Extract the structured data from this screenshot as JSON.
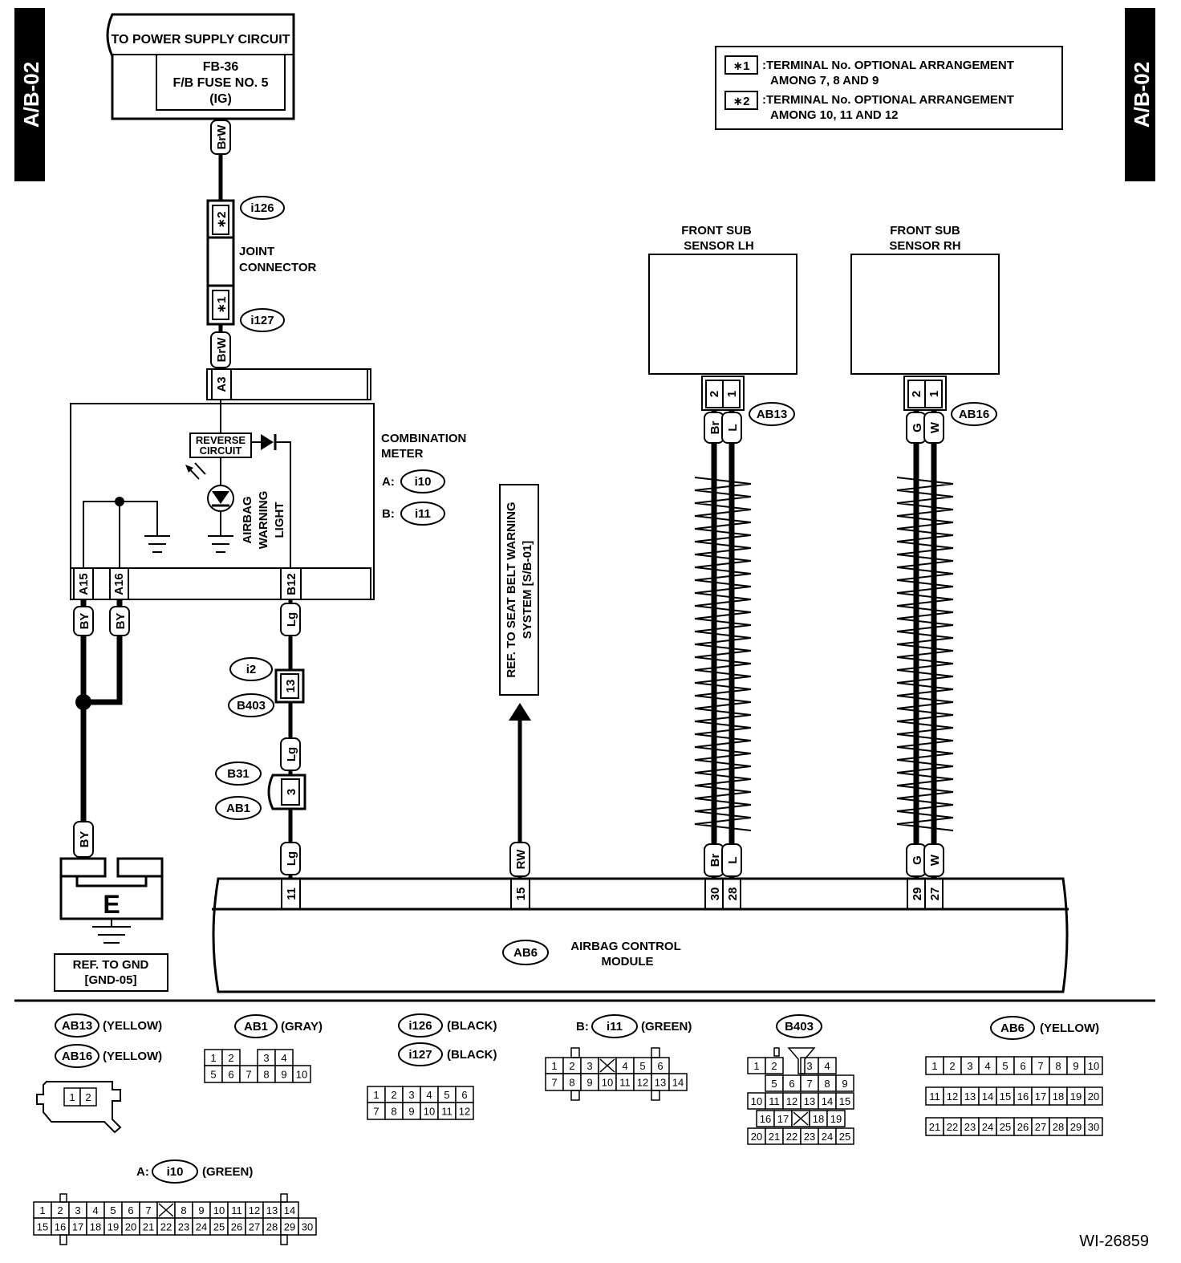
{
  "page": {
    "tag": "A/B-02",
    "figure_id": "WI-26859"
  },
  "power": {
    "title": "TO POWER SUPPLY CIRCUIT",
    "fuse_line1": "FB-36",
    "fuse_line2": "F/B FUSE NO. 5",
    "fuse_line3": "(IG)"
  },
  "notes": {
    "note1_mark": "∗1",
    "note1_line1": ":TERMINAL No. OPTIONAL ARRANGEMENT",
    "note1_line2": "AMONG 7, 8 AND 9",
    "note2_mark": "∗2",
    "note2_line1": ":TERMINAL No. OPTIONAL ARRANGEMENT",
    "note2_line2": "AMONG 10, 11 AND 12"
  },
  "joint": {
    "label_line1": "JOINT",
    "label_line2": "CONNECTOR",
    "top_pin": "∗2",
    "bottom_pin": "∗1",
    "top_connector": "i126",
    "bottom_connector": "i127"
  },
  "meter": {
    "title_line1": "COMBINATION",
    "title_line2": "METER",
    "conn_a_prefix": "A:",
    "conn_a": "i10",
    "conn_b_prefix": "B:",
    "conn_b": "i11",
    "reverse_line1": "REVERSE",
    "reverse_line2": "CIRCUIT",
    "light_line1": "AIRBAG",
    "light_line2": "WARNING",
    "light_line3": "LIGHT",
    "pin_a3": "A3",
    "pin_a15": "A15",
    "pin_a16": "A16",
    "pin_b12": "B12"
  },
  "wires": {
    "brw": "BrW",
    "by": "BY",
    "lg": "Lg",
    "rw": "RW",
    "br": "Br",
    "l": "L",
    "g": "G",
    "w": "W"
  },
  "inline": {
    "i2": "i2",
    "b403": "B403",
    "pin13": "13",
    "b31": "B31",
    "ab1": "AB1",
    "pin3": "3"
  },
  "ground": {
    "letter": "E",
    "ref_line1": "REF. TO GND",
    "ref_line2": "[GND-05]"
  },
  "seatbelt": {
    "line1": "REF. TO SEAT BELT WARNING",
    "line2": "SYSTEM [S/B-01]"
  },
  "sensors": {
    "lh_line1": "FRONT SUB",
    "lh_line2": "SENSOR LH",
    "lh_connector": "AB13",
    "rh_line1": "FRONT SUB",
    "rh_line2": "SENSOR RH",
    "rh_connector": "AB16",
    "pin_1": "1",
    "pin_2": "2"
  },
  "module": {
    "connector": "AB6",
    "line1": "AIRBAG CONTROL",
    "line2": "MODULE",
    "pin_11": "11",
    "pin_15": "15",
    "pin_30": "30",
    "pin_28": "28",
    "pin_29": "29",
    "pin_27": "27"
  },
  "legend": {
    "ab13": "AB13",
    "ab13_color": "(YELLOW)",
    "ab16": "AB16",
    "ab16_color": "(YELLOW)",
    "ab1": "AB1",
    "ab1_color": "(GRAY)",
    "i126": "i126",
    "i126_color": "(BLACK)",
    "i127": "i127",
    "i127_color": "(BLACK)",
    "i11_prefix": "B:",
    "i11": "i11",
    "i11_color": "(GREEN)",
    "b403": "B403",
    "ab6": "AB6",
    "ab6_color": "(YELLOW)",
    "i10_prefix": "A:",
    "i10": "i10",
    "i10_color": "(GREEN)"
  },
  "legend_grids": {
    "ab13_cells": [
      "1",
      "2"
    ],
    "ab1_row1": [
      "1",
      "2",
      "",
      "3",
      "4"
    ],
    "ab1_row2": [
      "5",
      "6",
      "7",
      "8",
      "9",
      "10"
    ],
    "i126_row1": [
      "1",
      "2",
      "3",
      "4",
      "5",
      "6"
    ],
    "i126_row2": [
      "7",
      "8",
      "9",
      "10",
      "11",
      "12"
    ],
    "i11_row1": [
      "1",
      "2",
      "3",
      "X",
      "4",
      "5",
      "6"
    ],
    "i11_row2": [
      "7",
      "8",
      "9",
      "10",
      "11",
      "12",
      "13",
      "14"
    ],
    "b403_row1": [
      "1",
      "2",
      "",
      "3",
      "4"
    ],
    "b403_row2": [
      "5",
      "6",
      "7",
      "8",
      "9"
    ],
    "b403_row3": [
      "10",
      "11",
      "12",
      "13",
      "14",
      "15"
    ],
    "b403_row4": [
      "16",
      "17",
      "X",
      "18",
      "19"
    ],
    "b403_row5": [
      "20",
      "21",
      "22",
      "23",
      "24",
      "25"
    ],
    "ab6_row1": [
      "1",
      "2",
      "3",
      "4",
      "5",
      "6",
      "7",
      "8",
      "9",
      "10"
    ],
    "ab6_row2": [
      "11",
      "12",
      "13",
      "14",
      "15",
      "16",
      "17",
      "18",
      "19",
      "20"
    ],
    "ab6_row3": [
      "21",
      "22",
      "23",
      "24",
      "25",
      "26",
      "27",
      "28",
      "29",
      "30"
    ],
    "i10_row1": [
      "1",
      "2",
      "3",
      "4",
      "5",
      "6",
      "7",
      "X",
      "8",
      "9",
      "10",
      "11",
      "12",
      "13",
      "14"
    ],
    "i10_row2": [
      "15",
      "16",
      "17",
      "18",
      "19",
      "20",
      "21",
      "22",
      "23",
      "24",
      "25",
      "26",
      "27",
      "28",
      "29",
      "30"
    ]
  }
}
